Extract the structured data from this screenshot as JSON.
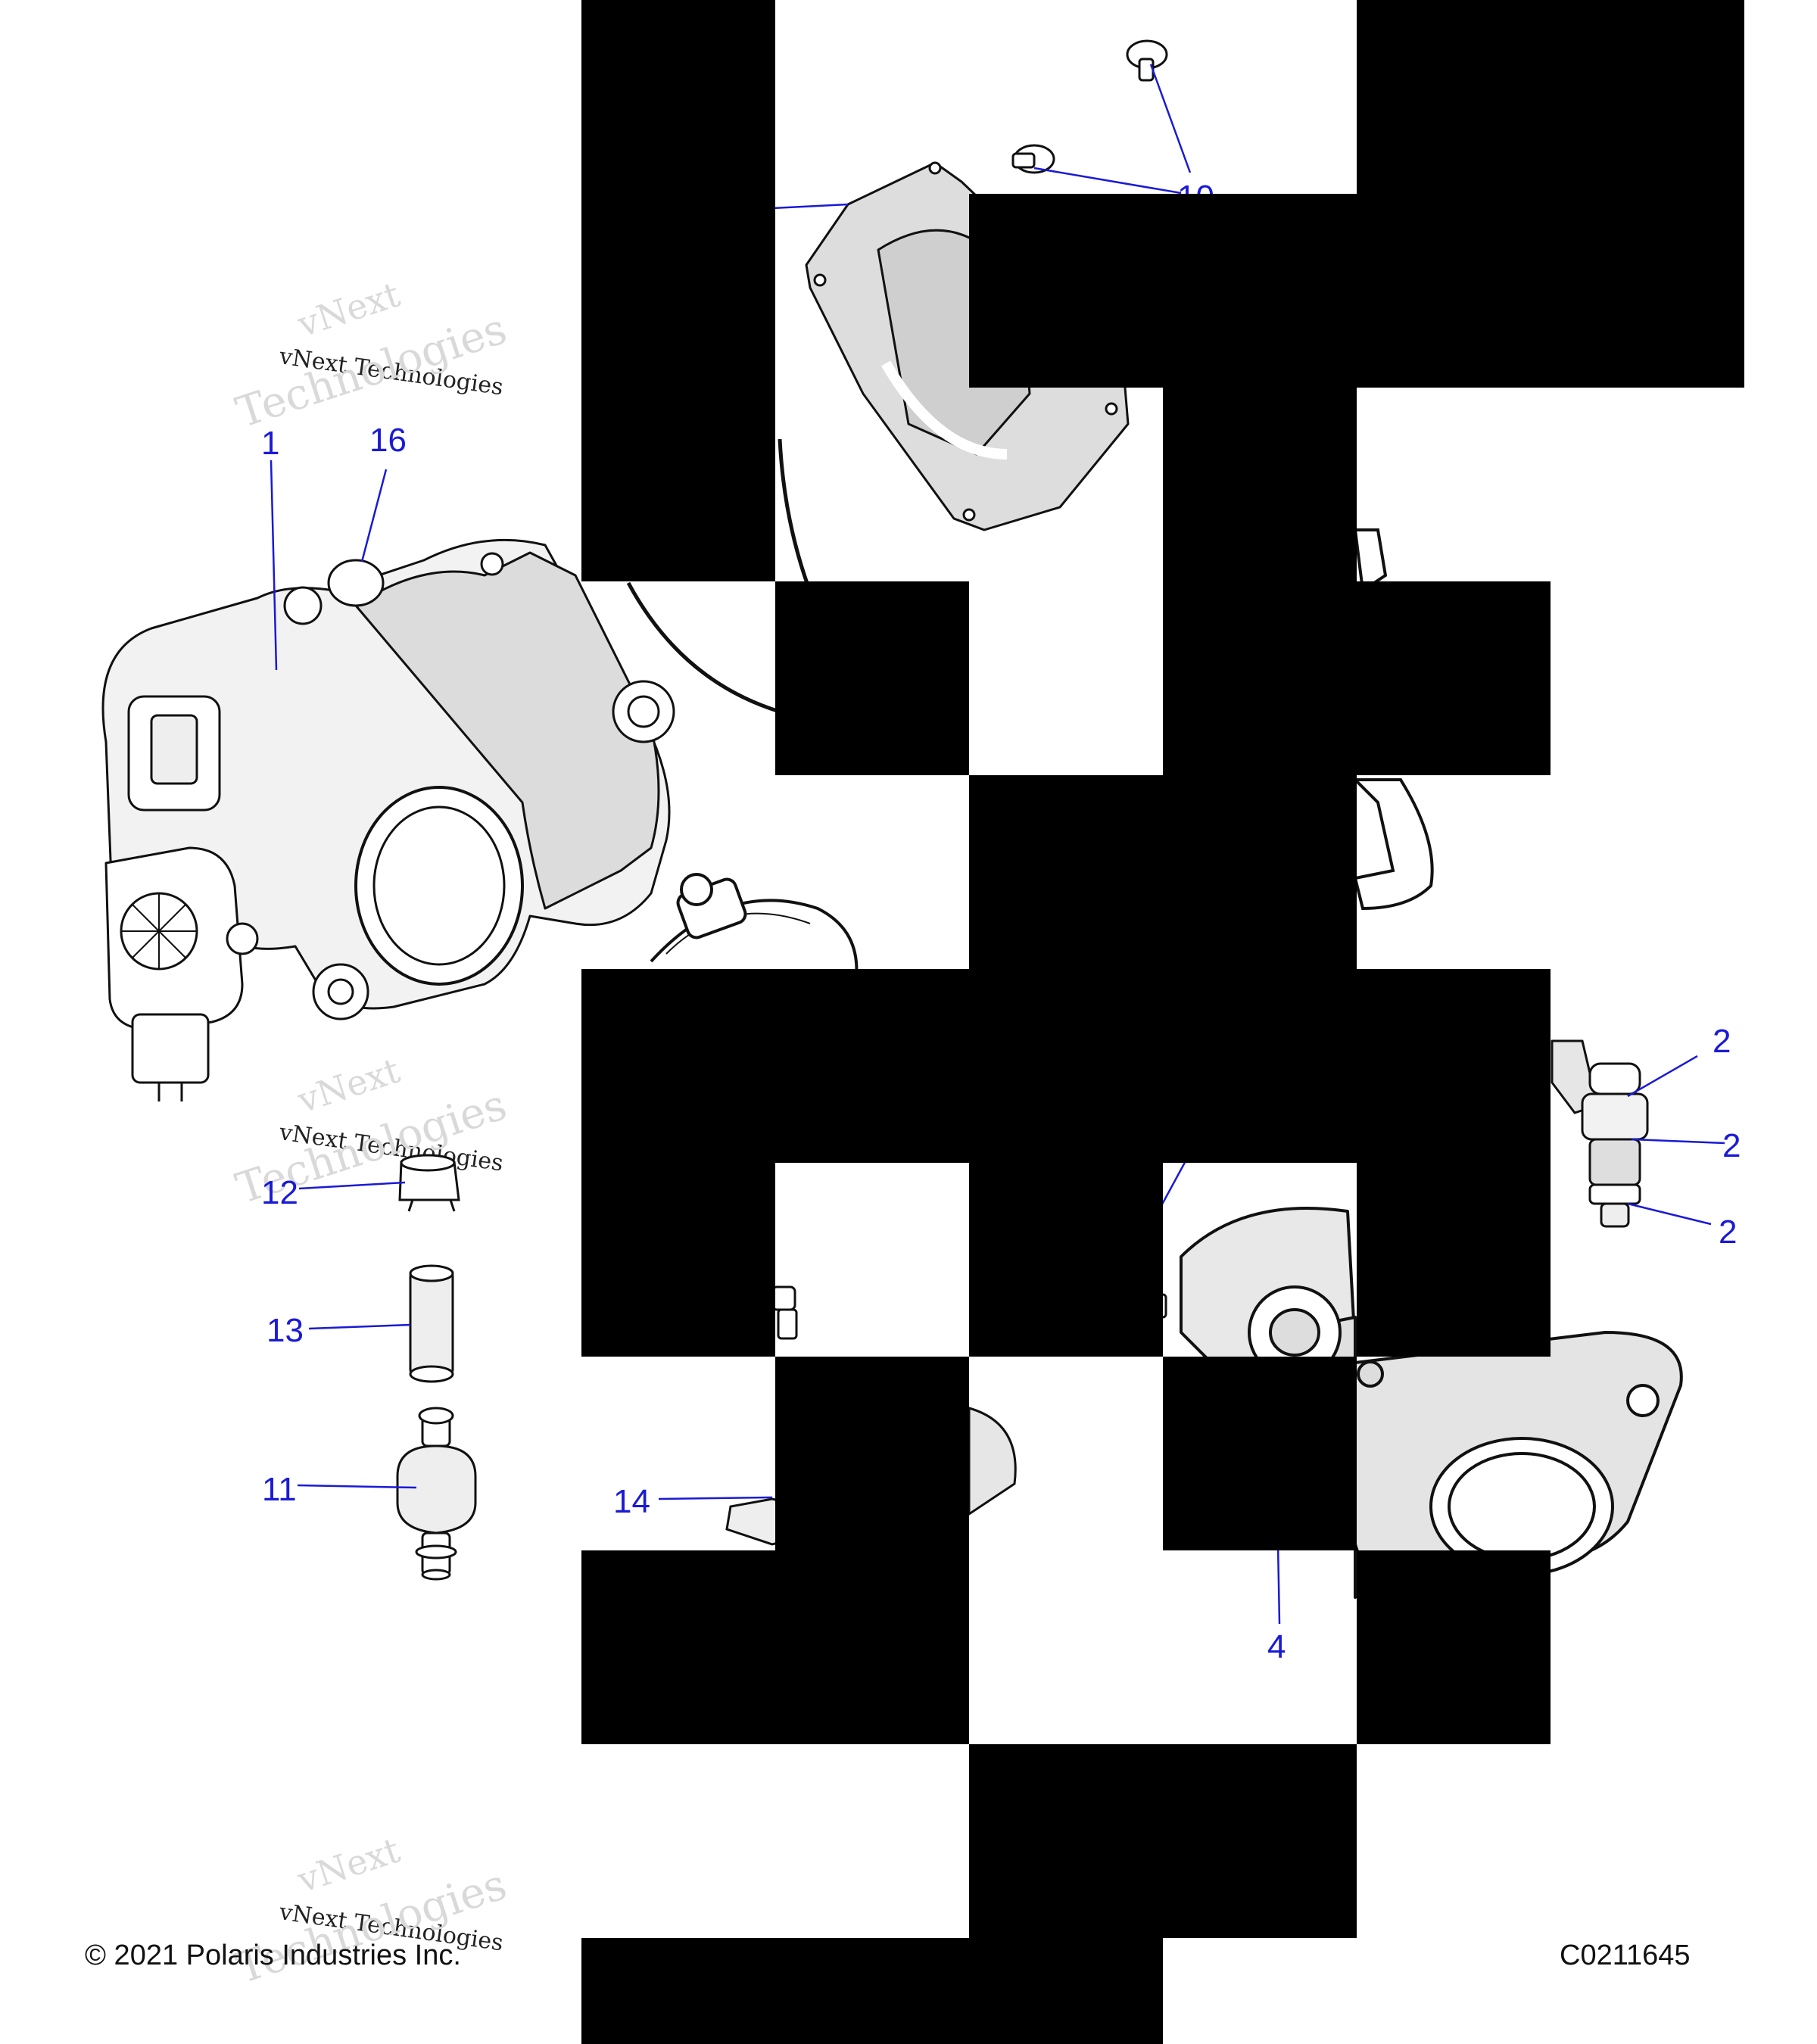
{
  "footer": {
    "copyright": "© 2021 Polaris Industries Inc.",
    "drawing_number": "C0211645"
  },
  "watermark": {
    "line1": "vNext",
    "line2": "vNext Technologies",
    "line3": "Technologies"
  },
  "callouts": [
    {
      "id": "c1",
      "label": "1"
    },
    {
      "id": "c16",
      "label": "16"
    },
    {
      "id": "c10",
      "label": "10"
    },
    {
      "id": "c12",
      "label": "12"
    },
    {
      "id": "c13",
      "label": "13"
    },
    {
      "id": "c11",
      "label": "11"
    },
    {
      "id": "c14",
      "label": "14"
    },
    {
      "id": "c4",
      "label": "4"
    },
    {
      "id": "c2a",
      "label": "2"
    },
    {
      "id": "c2b",
      "label": "2"
    },
    {
      "id": "c2c",
      "label": "2"
    }
  ],
  "colors": {
    "callout": "#1a1ad6",
    "outline": "#111111",
    "shade": "#d8d8d8",
    "redaction": "#000000"
  }
}
